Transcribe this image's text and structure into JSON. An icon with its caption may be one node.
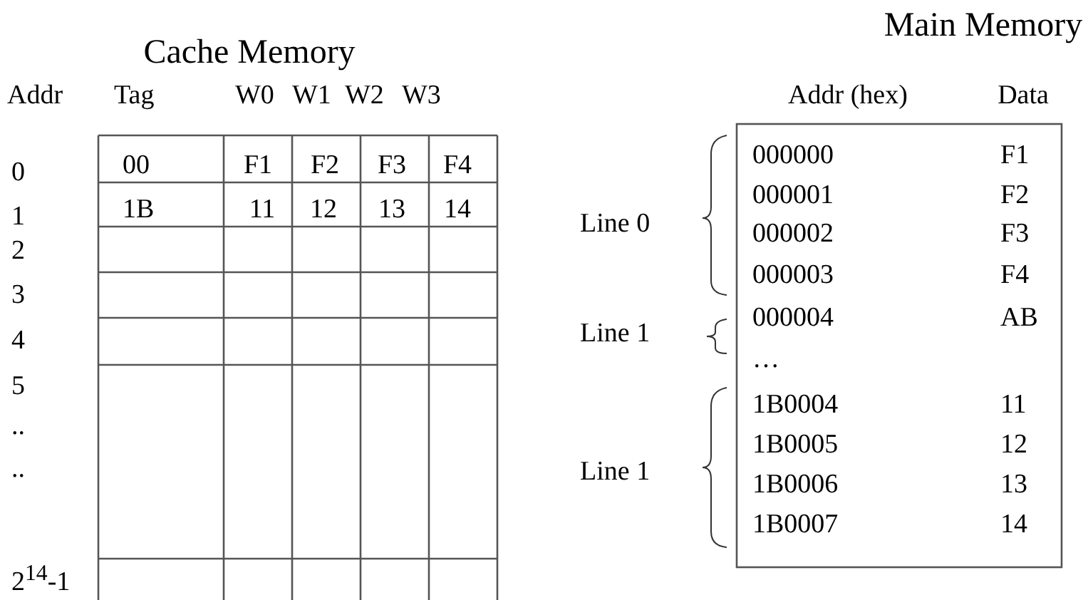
{
  "diagram": {
    "labels": [
      "Cache Memory",
      "Addr",
      "Tag",
      "W0",
      "W1",
      "W2",
      "W3",
      "0",
      "00",
      "F1",
      "F2",
      "F3",
      "F4",
      "1",
      "1B",
      "11",
      "12",
      "13",
      "14",
      "2",
      "3",
      "4",
      "5",
      "..",
      "..",
      "2$^{14}$-1",
      "Main Memory",
      "Addr (hex)",
      "Data",
      "Line 0",
      "000000",
      "F1",
      "000001",
      "F2",
      "000002",
      "F3",
      "000003",
      "F4",
      "Line 1",
      "000004",
      "AB",
      "…",
      "Line 1",
      "1B0004",
      "11",
      "1B0005",
      "12",
      "1B0006",
      "13",
      "1B0007",
      "14"
    ]
  }
}
